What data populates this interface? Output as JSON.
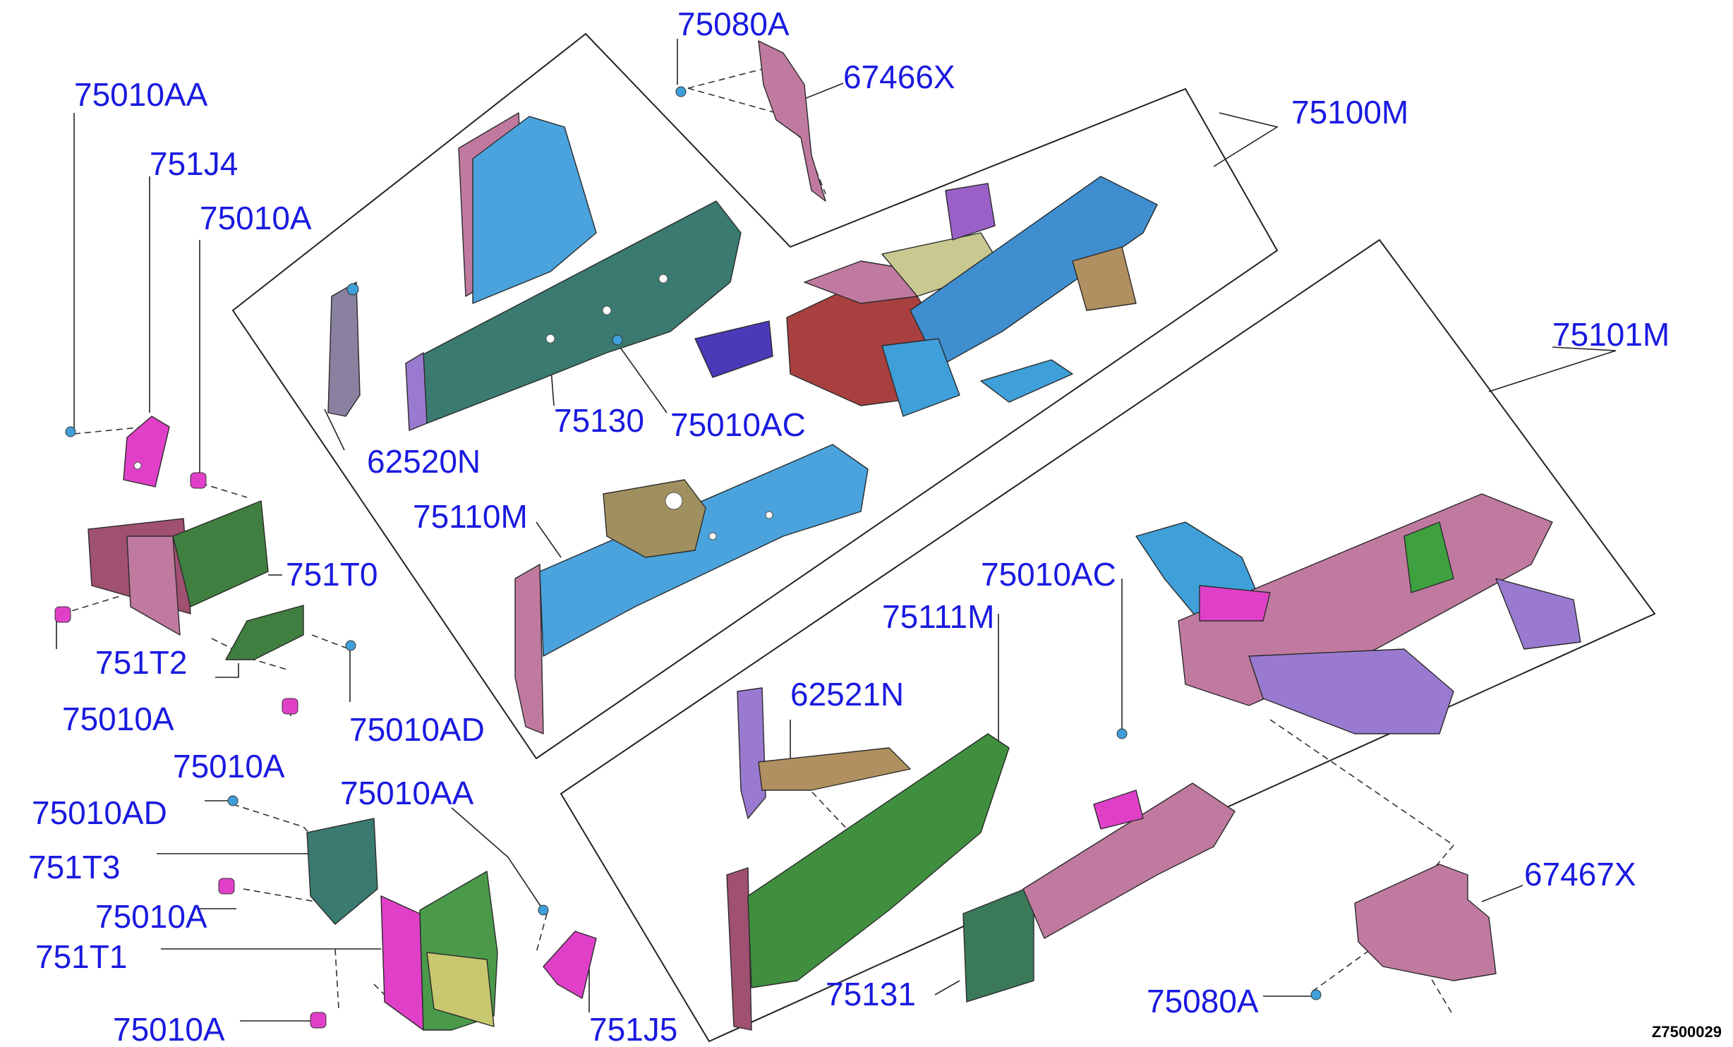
{
  "labels": {
    "l_75080A_top": "75080A",
    "l_67466X": "67466X",
    "l_75100M": "75100M",
    "l_75010AA_top": "75010AA",
    "l_751J4": "751J4",
    "l_75010A_top": "75010A",
    "l_62520N": "62520N",
    "l_75130": "75130",
    "l_75010AC_mid": "75010AC",
    "l_75101M": "75101M",
    "l_75110M": "75110M",
    "l_751T0": "751T0",
    "l_751T2": "751T2",
    "l_75010A_left": "75010A",
    "l_75010AD_left": "75010AD",
    "l_75010A_mid": "75010A",
    "l_75010AC_right": "75010AC",
    "l_75111M": "75111M",
    "l_62521N": "62521N",
    "l_75010AD_bot": "75010AD",
    "l_75010AA_bot": "75010AA",
    "l_751T3": "751T3",
    "l_75010A_low": "75010A",
    "l_751T1": "751T1",
    "l_75010A_bottom": "75010A",
    "l_751J5": "751J5",
    "l_67467X": "67467X",
    "l_75131": "75131",
    "l_75080A_bot": "75080A"
  },
  "diagram_ref": "Z7500029",
  "colors": {
    "label_text": "#1a1ae0",
    "line": "#222222",
    "blue_part": "#3f9fd8",
    "green_part": "#3f7f3f",
    "pink_part": "#c07aa0",
    "magenta_part": "#e040c8",
    "purple_part": "#9a7ad0",
    "red_part": "#a84040",
    "tan_part": "#b09060",
    "olive_part": "#c8c870"
  }
}
